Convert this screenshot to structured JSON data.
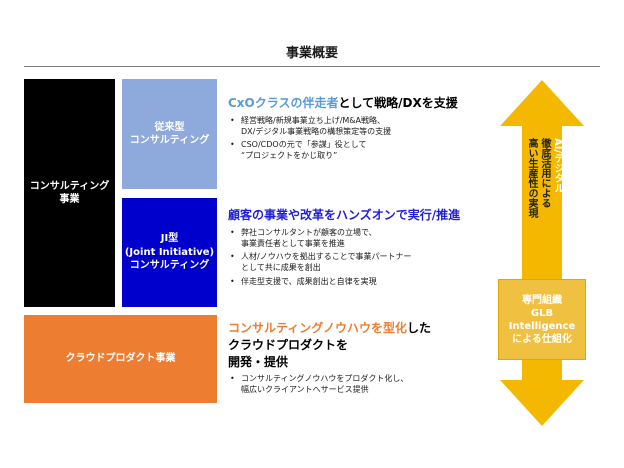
{
  "title": "事業概要",
  "boxes": {
    "consulting": [
      "コンサルティング",
      "事業"
    ],
    "traditional": [
      "従来型",
      "コンサルティング"
    ],
    "ji": [
      "JI型",
      "(Joint Initiative)",
      "コンサルティング"
    ],
    "cloud": "クラウドプロダクト事業"
  },
  "sections": {
    "traditional": {
      "heading_highlight": "CxOクラスの伴走者",
      "heading_rest": "として戦略/DXを支援",
      "bullets": [
        [
          "経営戦略/新規事業立ち上げ/M&A戦略、",
          "DX/デジタル事業戦略の構想策定等の支援"
        ],
        [
          "CSO/CDOの元で「参謀」役として",
          "“プロジェクトをかじ取り”"
        ]
      ]
    },
    "ji": {
      "heading_highlight": "顧客の事業や改革をハンズオンで実行/推進",
      "heading_rest": "",
      "bullets": [
        [
          "弊社コンサルタントが顧客の立場で、",
          "事業責任者として事業を推進"
        ],
        [
          "人材/ノウハウを拠出することで事業パートナー",
          "として共に成果を創出"
        ],
        [
          "伴走型支援で、成果創出と自律を実現"
        ]
      ]
    },
    "cloud": {
      "heading_highlight": "コンサルティングノウハウを型化",
      "heading_rest_1": "した",
      "heading_rest_2": "クラウドプロダクトを",
      "heading_rest_3": "開発・提供",
      "bullets": [
        [
          "コンサルティングノウハウをプロダクト化し、",
          "幅広いクライアントへサービス提供"
        ]
      ]
    }
  },
  "arrow": {
    "line1": "AI/デジタル",
    "line2": "徹底活用による",
    "line3": "高い生産性の実現"
  },
  "glb": [
    "専門組織",
    "GLB",
    "Intelligence",
    "による仕組化"
  ],
  "colors": {
    "consulting": "#000000",
    "traditional": "#8ea9db",
    "ji": "#0000cc",
    "cloud": "#ed7d31",
    "arrow": "#f5b800"
  }
}
